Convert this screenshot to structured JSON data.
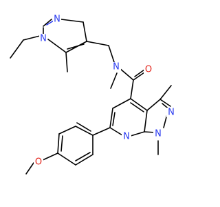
{
  "molecule": {
    "atoms": {
      "n_ethyl": {
        "symbol": "N",
        "color": "#2b3cf0"
      },
      "n_pyrazole_top": {
        "symbol": "N",
        "color": "#2b3cf0"
      },
      "n_amide": {
        "symbol": "N",
        "color": "#2b3cf0"
      },
      "o_carbonyl": {
        "symbol": "O",
        "color": "#e3231a"
      },
      "n_ring_right": {
        "symbol": "N",
        "color": "#2b3cf0"
      },
      "n_pyridine": {
        "symbol": "N",
        "color": "#2b3cf0"
      },
      "n_methyl_bottom": {
        "symbol": "N",
        "color": "#2b3cf0"
      },
      "o_methoxy": {
        "symbol": "O",
        "color": "#e3231a"
      }
    }
  }
}
